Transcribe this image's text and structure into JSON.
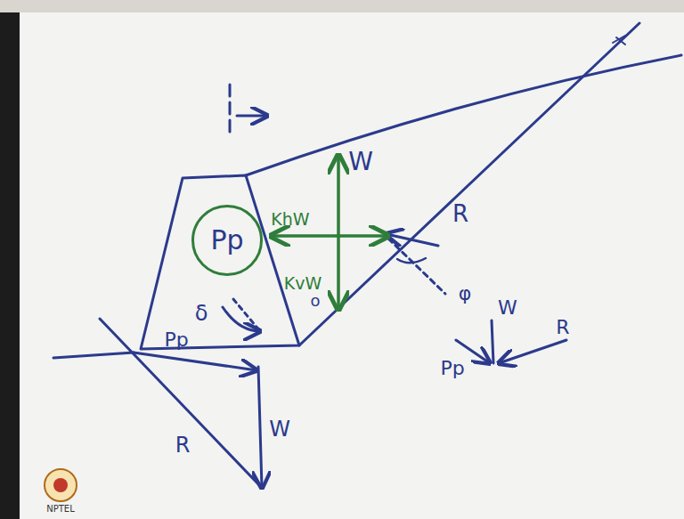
{
  "diagram": {
    "nodes": [
      {
        "text": [
          "Pp"
        ]
      }
    ],
    "labels": [
      "W",
      "KhW",
      "KvW",
      "R",
      "φ",
      "δ",
      "o",
      "Pp",
      "R",
      "W",
      "W",
      "Pp",
      "R",
      "NPTEL"
    ]
  }
}
